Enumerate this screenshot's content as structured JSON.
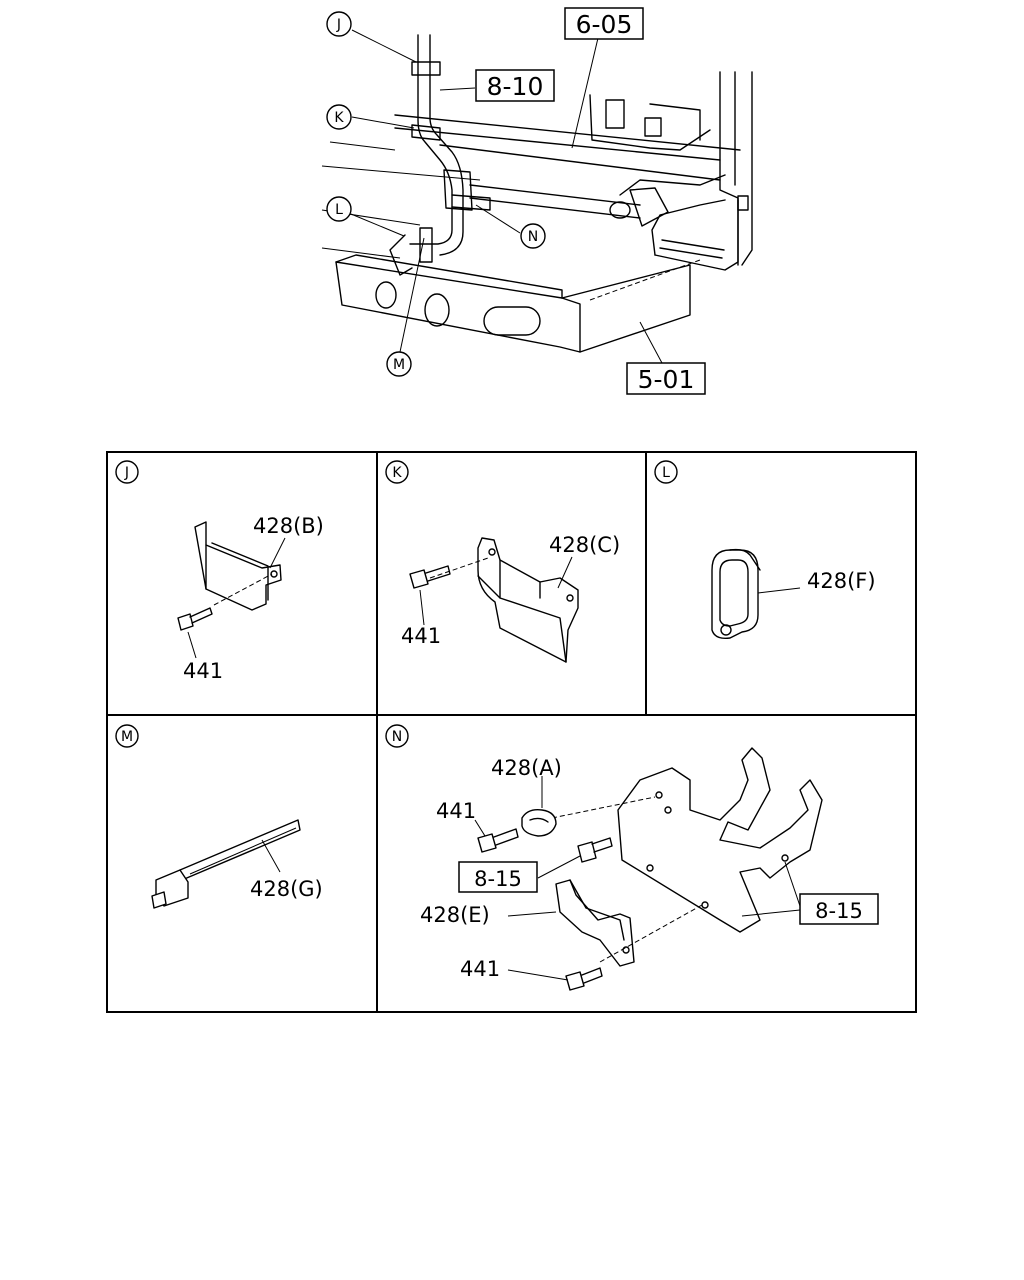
{
  "overview": {
    "callouts": {
      "J": "J",
      "K": "K",
      "L": "L",
      "M": "M",
      "N": "N"
    },
    "refs": {
      "r605": "6-05",
      "r810": "8-10",
      "r501": "5-01"
    }
  },
  "panels": {
    "J": {
      "letter": "J",
      "part": "428(B)",
      "bolt": "441"
    },
    "K": {
      "letter": "K",
      "part": "428(C)",
      "bolt": "441"
    },
    "L": {
      "letter": "L",
      "part": "428(F)"
    },
    "M": {
      "letter": "M",
      "part": "428(G)"
    },
    "N": {
      "letter": "N",
      "part_a": "428(A)",
      "part_e": "428(E)",
      "bolt_top": "441",
      "bolt_bottom": "441",
      "ref_left": "8-15",
      "ref_right": "8-15"
    }
  }
}
